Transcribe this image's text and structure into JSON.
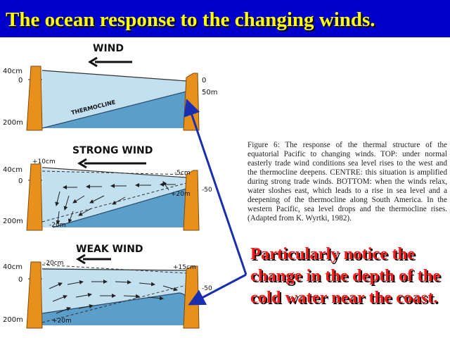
{
  "title": "The ocean response to the changing winds.",
  "panels": {
    "top": {
      "wind_label": "WIND",
      "thermocline_label": "THERMOCLINE",
      "left_labels": [
        "40cm",
        "0",
        "200m"
      ],
      "right_labels": [
        "0",
        "50m"
      ]
    },
    "middle": {
      "wind_label": "STRONG WIND",
      "left_labels": [
        "40cm",
        "0",
        "200m"
      ],
      "extra_labels": [
        "+10cm",
        "-5cm",
        "-50",
        "+20m",
        "-20m"
      ]
    },
    "bottom": {
      "wind_label": "WEAK WIND",
      "left_labels": [
        "40cm",
        "0",
        "200m"
      ],
      "extra_labels": [
        "-20cm",
        "+15cm",
        "-50",
        "+20m"
      ]
    }
  },
  "caption": "Figure 6: The response of the thermal structure of the equatorial Pacific to changing winds. TOP: under normal easterly trade wind conditions sea level rises to the west and the thermocline deepens. CENTRE: this situation is amplified during strong trade winds. BOTTOM: when the winds relax, water sloshes east, which leads to a rise in sea level and a deepening of the thermocline along South America. In the western Pacific, sea level drops and the thermocline rises. (Adapted from K. Wyrtki, 1982).",
  "callout": "Particularly notice the  change in the depth of the cold water near the coast.",
  "colors": {
    "background": "#0000cc",
    "title": "#ffff00",
    "callout": "#ff1a1a",
    "warm_water": "#c2e0ef",
    "cold_water": "#5b9ec9",
    "land": "#e8901c",
    "arrow": "#1a2fb0"
  }
}
